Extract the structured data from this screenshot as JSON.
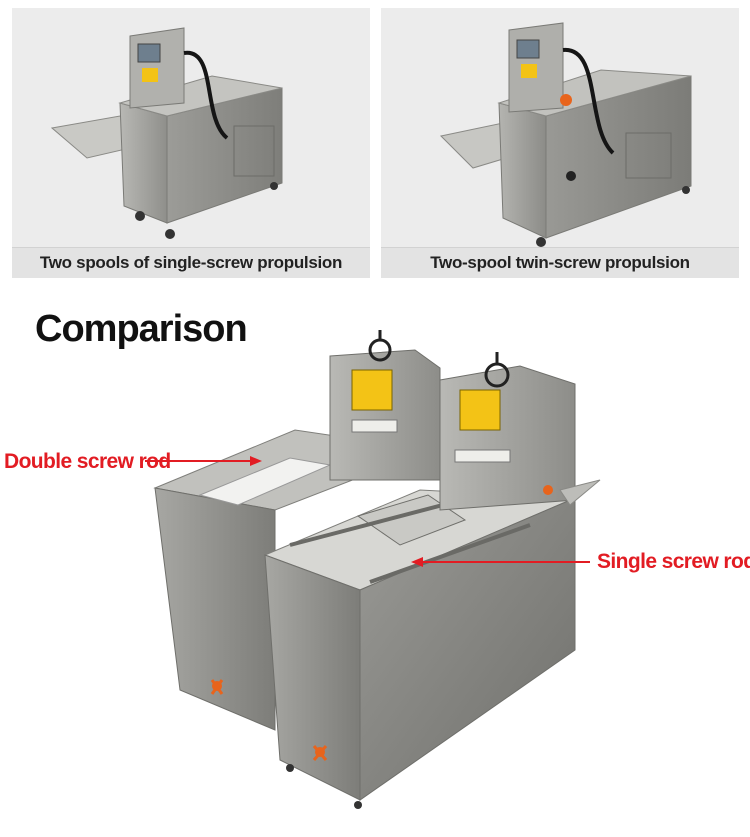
{
  "panels": [
    {
      "caption": "Two spools of single-screw propulsion"
    },
    {
      "caption": "Two-spool twin-screw propulsion"
    }
  ],
  "heading": "Comparison",
  "callouts": {
    "double": "Double screw rod",
    "single": "Single screw rod"
  },
  "colors": {
    "steel": "#a9a9a6",
    "steel_dark": "#8e8e8a",
    "callout_red": "#e21c23",
    "warning_yellow": "#f3c316",
    "strap_orange": "#e8641c"
  }
}
